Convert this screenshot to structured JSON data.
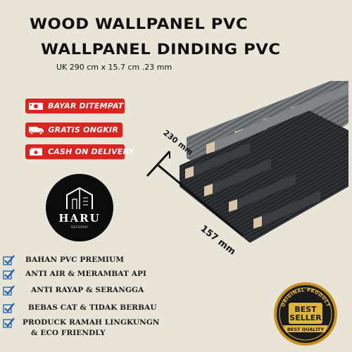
{
  "header": {
    "title_line1": "WOOD WALLPANEL PVC",
    "title_line2": "WALLPANEL DINDING PVC",
    "dimensions": "UK 290 cm x 15.7 cm .23 mm"
  },
  "badges": [
    {
      "label": "BAYAR DITEMPAT",
      "icon": "cash-icon"
    },
    {
      "label": "GRATIS ONGKIR",
      "icon": "truck-icon"
    },
    {
      "label": "CASH ON DELIVERY",
      "icon": "money-icon"
    }
  ],
  "logo": {
    "brand": "HARU",
    "subtitle": "DECORAD"
  },
  "product": {
    "width_label": "230 mm",
    "length_label": "157 mm"
  },
  "features": [
    {
      "text": "BAHAN PVC PREMIUM"
    },
    {
      "text": "ANTI  AIR & MERAMBAT API"
    },
    {
      "text": "ANTI RAYAP & SERANGGA"
    },
    {
      "text": "BEBAS CAT & TIDAK BERBAU"
    },
    {
      "text": "PRODUCK RAMAH LINGKUNGN"
    },
    {
      "text": "& ECO FRIENDLY"
    }
  ],
  "seal": {
    "top_text": "ORIGINAL PRODUCT",
    "main_line1": "BEST",
    "main_line2": "SELLER",
    "bottom_text": "BEST QUALITY"
  },
  "colors": {
    "background": "#e9e4d8",
    "badge_red": "#d9251d",
    "check_blue": "#1c5fa8",
    "gold": "#d4a01e"
  }
}
